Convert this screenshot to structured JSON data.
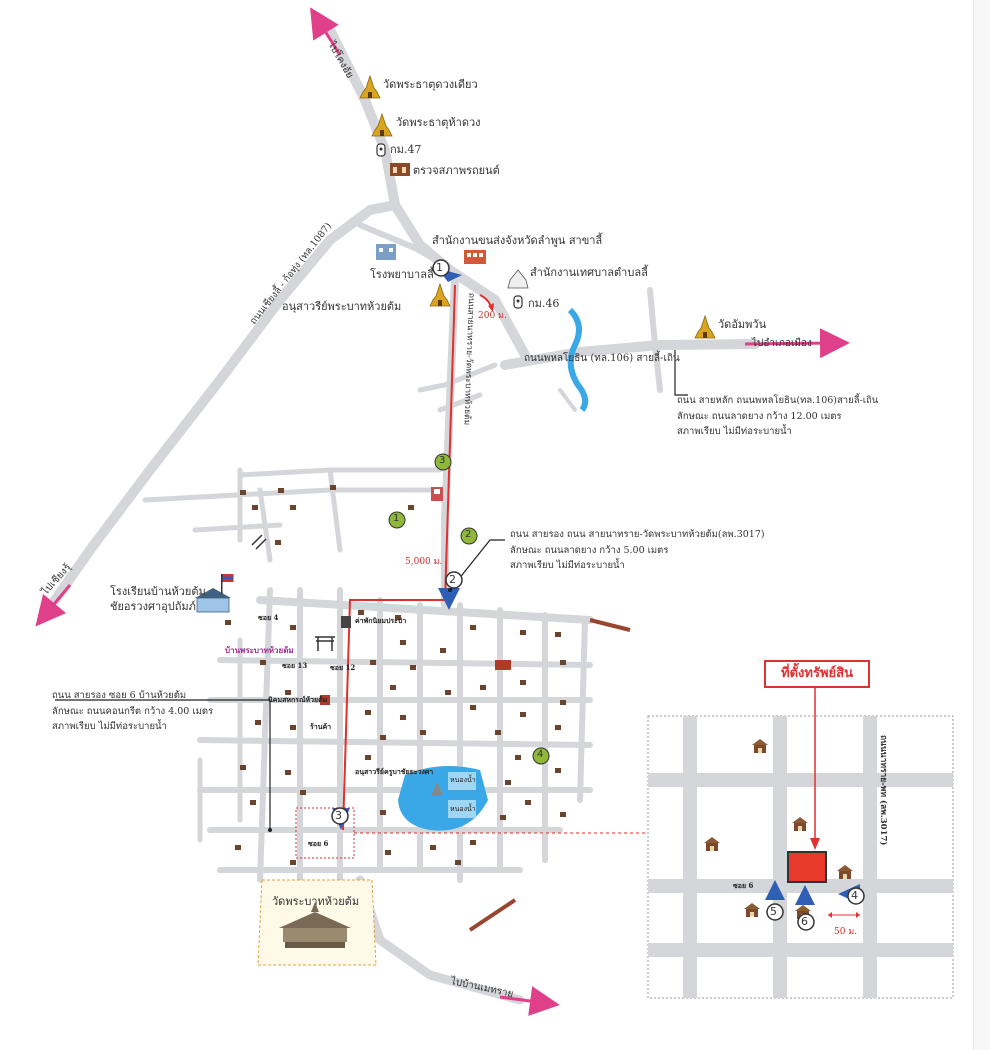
{
  "destinations": {
    "top": "ไปโคงอัย",
    "left": "ไปเชียงรุ้",
    "right": "ไปอำเภอเมือง",
    "bottom": "ไปบ้านเมทราย"
  },
  "roads": {
    "northwest": "ถนนเชียงลี้ - ก้อทุ่ง (ทล.1087)",
    "main_east": "ถนนพหลโยธิน (ทล.106) สายลี้-เถิน",
    "secondary": "ถนนสายนาทราย-วัดพระบาทห้วยต้ม",
    "soi4": "ซอย 4",
    "soi12": "ซอย 12",
    "soi13": "ซอย 13",
    "soi6": "ซอย 6",
    "detail_soi6": "ซอย 6",
    "detail_vertical": "ถนนนาทราย-พท (ลพ.3017)"
  },
  "landmarks": {
    "temple1": "วัดพระธาตุดวงเดียว",
    "temple2": "วัดพระธาตุห้าดวง",
    "km47": "กม.47",
    "inspection": "ตรวจสภาพรถยนต์",
    "transport_office": "สำนักงานขนส่งจังหวัดลำพูน สาขาลี้",
    "hospital": "โรงพยาบาลลี้",
    "municipality": "สำนักงานเทศบาลตำบลลี้",
    "km46": "กม.46",
    "monument": "อนุสาวรีย์พระบาทห้วยต้ม",
    "wat_ampawan": "วัดอัมพวัน",
    "school": "โรงเรียนบ้านห้วยต้ม",
    "school_sub": "ชัยอรวงศาอุปถัมภ์",
    "village": "บ้านพระบาทห้วยต้ม",
    "checkpoint": "ค่าพักนิยมประปา",
    "nikom": "นิคมสหกรณ์ห้วยต้ม",
    "market": "ร้านค้า",
    "pond_area": "อนุสาวรีย์ครูบาชัยยะวงศา",
    "pond1": "หนองน้ำ",
    "pond2": "หนองน้ำ",
    "wat_phrabat": "วัดพระบาทห้วยต้ม"
  },
  "distances": {
    "d200": "200 ม.",
    "d5000": "5,000 ม.",
    "d50": "50 ม."
  },
  "markers": {
    "m1": "1",
    "m2": "2",
    "m3": "3",
    "m4": "4",
    "m5": "5",
    "m6": "6"
  },
  "green_markers": {
    "g1": "1",
    "g2": "2",
    "g3": "3",
    "g4": "4"
  },
  "info_boxes": {
    "main_road": {
      "line1": "ถนน สายหลัก ถนนพหลโยธิน(ทล.106)สายลี้-เถิน",
      "line2": "ลักษณะ ถนนลาดยาง กว้าง 12.00 เมตร",
      "line3": "สภาพเรียบ ไม่มีท่อระบายน้ำ"
    },
    "secondary_road": {
      "line1": "ถนน สายรอง ถนน สายนาทราย-วัดพระบาทห้วยต้ม(ลพ.3017)",
      "line2": "ลักษณะ ถนนลาดยาง กว้าง 5.00 เมตร",
      "line3": "สภาพเรียบ ไม่มีท่อระบายน้ำ"
    },
    "soi_road": {
      "line1": "ถนน สายรอง ซอย 6 บ้านห้วยต้ม",
      "line2": "ลักษณะ ถนนคอนกรีต กว้าง 4.00 เมตร",
      "line3": "สภาพเรียบ ไม่มีท่อระบายน้ำ"
    }
  },
  "legend": {
    "property_location": "ที่ตั้งทรัพย์สิน"
  },
  "colors": {
    "road": "#d4d6da",
    "route": "#e03030",
    "marker_blue": "#2f5fb5",
    "marker_green": "#8fb83a",
    "water": "#3aa8e6",
    "arrow_pink": "#e0408a",
    "property": "#e83a2a"
  }
}
